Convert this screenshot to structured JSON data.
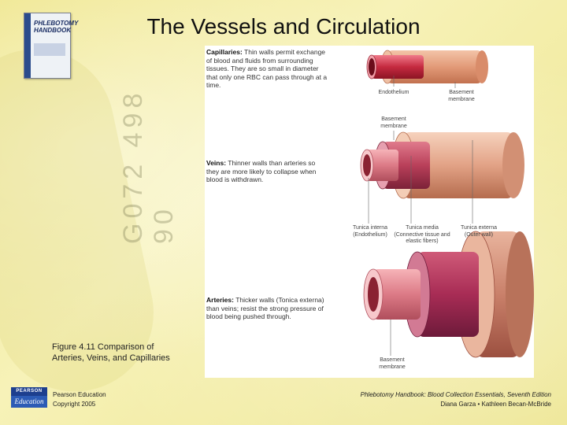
{
  "title": "The Vessels and Circulation",
  "book_cover": {
    "title": "PHLEBOTOMY HANDBOOK"
  },
  "background_watermark": "G072 498 90",
  "diagram": {
    "capillaries": {
      "term": "Capillaries:",
      "text": "Thin walls permit exchange of blood and fluids from surrounding tissues. They are so small in diameter that only one RBC can pass through at a time."
    },
    "veins": {
      "term": "Veins:",
      "text": "Thinner walls than arteries so they are more likely to collapse when blood is withdrawn."
    },
    "arteries": {
      "term": "Arteries:",
      "text": "Thicker walls (Tonica externa) than veins; resist the strong pressure of blood being pushed through."
    },
    "labels": {
      "endothelium": "Endothelium",
      "basement_top": "Basement membrane",
      "basement_mid": "Basement membrane",
      "tunica_interna": "Tunica interna (Endothelium)",
      "tunica_media": "Tunica media (Connective tissue and elastic fibers)",
      "tunica_externa": "Tunica externa (Outer wall)",
      "basement_bottom": "Basement membrane"
    }
  },
  "caption": {
    "line1": "Figure 4.11  Comparison of",
    "line2": "Arteries, Veins, and Capillaries"
  },
  "footer": {
    "logo_top": "PEARSON",
    "logo_bottom": "Education",
    "publisher_line1": "Pearson Education",
    "publisher_line2": "Copyright 2005",
    "book_line": "Phlebotomy Handbook: Blood Collection Essentials, Seventh Edition",
    "authors_line": "Diana Garza • Kathleen Becan-McBride"
  }
}
